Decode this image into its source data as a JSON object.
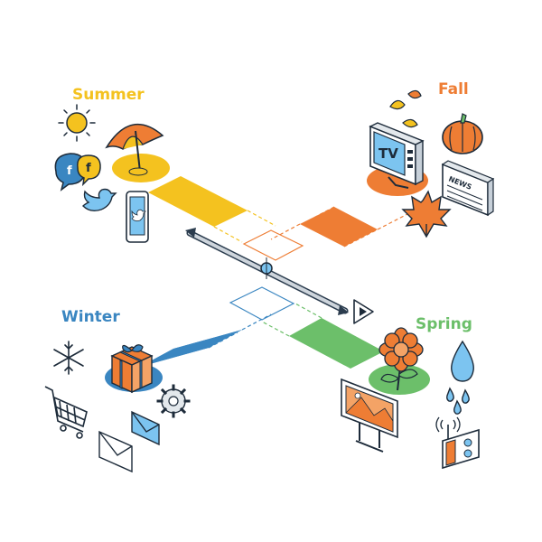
{
  "seasons": {
    "summer": {
      "label": "Summer",
      "color": "#f4c21f"
    },
    "fall": {
      "label": "Fall",
      "color": "#ee7d34"
    },
    "winter": {
      "label": "Winter",
      "color": "#3a86c1"
    },
    "spring": {
      "label": "Spring",
      "color": "#6cbf6a"
    }
  },
  "icons": {
    "summer": [
      "sun-icon",
      "beach-umbrella-icon",
      "facebook-bubbles-icon",
      "twitter-bird-icon",
      "twitter-phone-icon"
    ],
    "fall": [
      "falling-leaves-icon",
      "tv-icon",
      "pumpkin-icon",
      "newspaper-icon",
      "maple-leaf-icon"
    ],
    "winter": [
      "snowflake-icon",
      "gift-box-icon",
      "gear-icon",
      "shopping-cart-icon",
      "envelope-icon"
    ],
    "spring": [
      "flower-icon",
      "water-drops-icon",
      "billboard-icon",
      "radio-icon"
    ]
  },
  "tv": {
    "text": "TV"
  },
  "newspaper": {
    "text": "NEWS"
  },
  "social": {
    "facebook_glyph": "f"
  }
}
